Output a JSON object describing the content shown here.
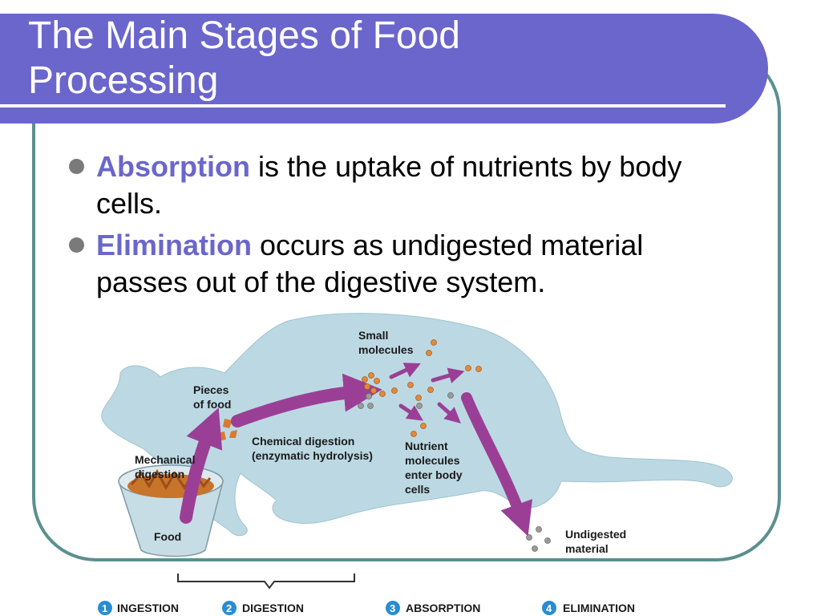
{
  "slide": {
    "title_line1": "The Main Stages of Food",
    "title_line2": "Processing",
    "bullets": [
      {
        "term": "Absorption",
        "text": " is the uptake of nutrients by body",
        "text2": "cells."
      },
      {
        "term": "Elimination",
        "text": " occurs as undigested material",
        "text2": "passes out of the digestive system."
      }
    ]
  },
  "diagram": {
    "labels": {
      "small_molecules_1": "Small",
      "small_molecules_2": "molecules",
      "pieces_1": "Pieces",
      "pieces_2": "of food",
      "chemical_1": "Chemical digestion",
      "chemical_2": "(enzymatic hydrolysis)",
      "mechanical_1": "Mechanical",
      "mechanical_2": "digestion",
      "nutrient_1": "Nutrient",
      "nutrient_2": "molecules",
      "nutrient_3": "enter body",
      "nutrient_4": "cells",
      "food": "Food",
      "undigested_1": "Undigested",
      "undigested_2": "material"
    },
    "stages": [
      {
        "num": "1",
        "label": "INGESTION"
      },
      {
        "num": "2",
        "label": "DIGESTION"
      },
      {
        "num": "3",
        "label": "ABSORPTION"
      },
      {
        "num": "4",
        "label": "ELIMINATION"
      }
    ],
    "colors": {
      "cat_body": "#bcd9e3",
      "arrow": "#9b3f96",
      "molecule_orange": "#e08a3c",
      "molecule_gray": "#9a9a9a",
      "stage_badge": "#2a8cd1",
      "title_bar": "#6b66cc",
      "frame": "#5b8f8f"
    }
  }
}
